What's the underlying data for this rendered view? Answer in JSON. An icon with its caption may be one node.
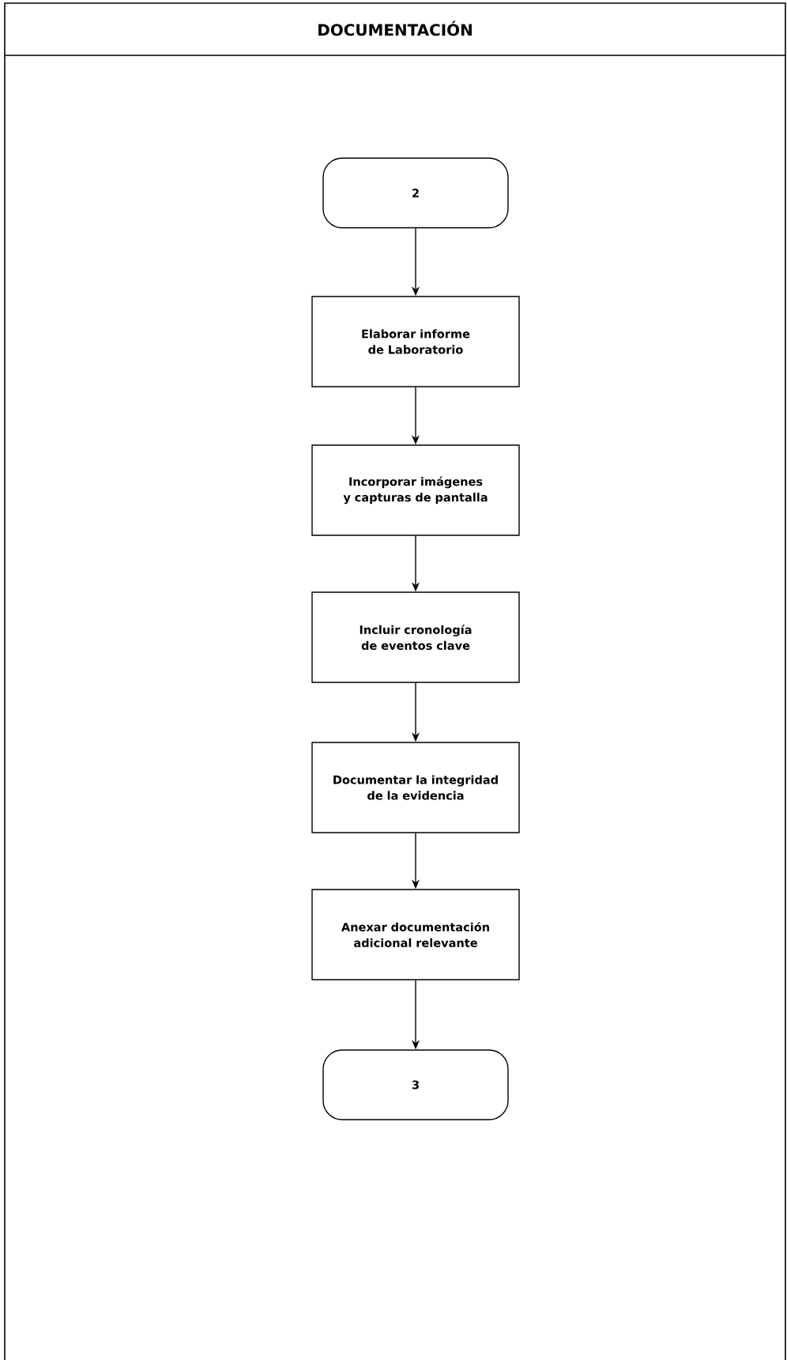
{
  "diagram": {
    "nodes": [
      {
        "text": [
          "DOCUMENTACIÓN"
        ]
      },
      {
        "text": [
          "2"
        ],
        "in": 0
      },
      {
        "text": [
          "Elaborar informe de Laboratorio"
        ],
        "in": 0
      },
      {
        "text": [
          "Incorporar imágenes y capturas de pantalla"
        ],
        "in": 0
      },
      {
        "text": [
          "Incluir cronología de eventos clave"
        ],
        "in": 0
      },
      {
        "text": [
          "Documentar la integridad de la evidencia"
        ],
        "in": 0
      },
      {
        "text": [
          "Anexar documentación adicional relevante"
        ],
        "in": 0
      },
      {
        "text": [
          "3"
        ],
        "in": 0
      }
    ],
    "edges": [
      {
        "from": 1,
        "to": 2,
        "arrow": "to"
      },
      {
        "from": 2,
        "to": 3,
        "arrow": "to"
      },
      {
        "from": 3,
        "to": 4,
        "arrow": "to"
      },
      {
        "from": 4,
        "to": 5,
        "arrow": "to"
      },
      {
        "from": 5,
        "to": 6,
        "arrow": "to"
      },
      {
        "from": 6,
        "to": 7,
        "arrow": "to"
      }
    ]
  }
}
